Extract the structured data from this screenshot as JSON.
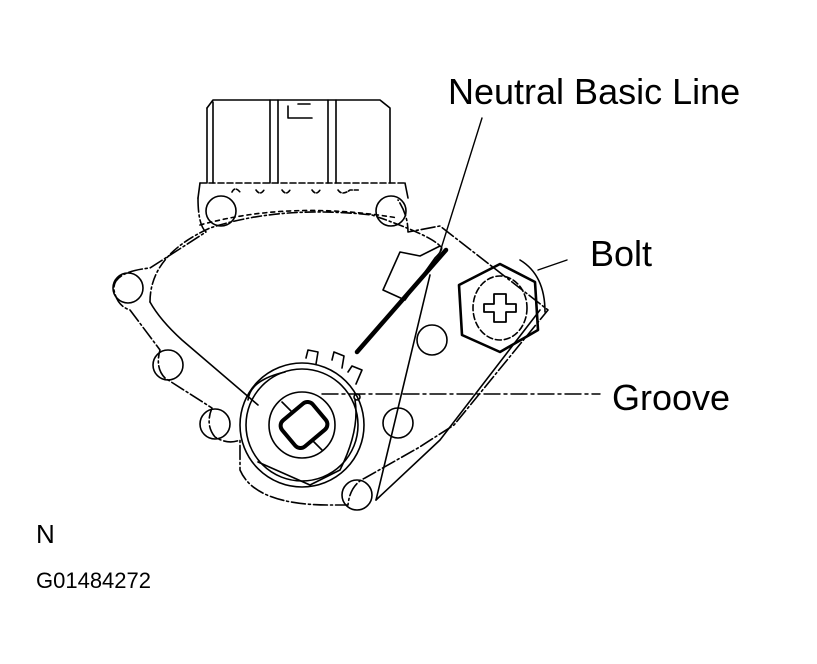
{
  "diagram": {
    "labels": {
      "neutral_basic_line": "Neutral Basic Line",
      "bolt": "Bolt",
      "groove": "Groove"
    },
    "view_indicator": "N",
    "figure_code": "G01484272",
    "colors": {
      "line": "#000000",
      "background": "#ffffff"
    }
  }
}
